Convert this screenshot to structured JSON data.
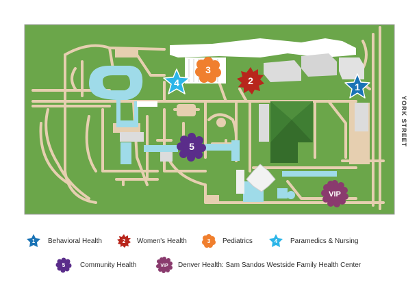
{
  "map": {
    "street_label": "YORK STREET",
    "colors": {
      "grass": "#6ba64a",
      "path": "#e6cfb0",
      "building": "#ffffff",
      "building_gray": "#dcdcdc",
      "water": "#9fdbe9",
      "dark_green": "#3f7e33",
      "border": "#999999"
    },
    "markers": [
      {
        "label": "1",
        "category": "Behavioral Health",
        "color": "#1a73b5",
        "icon": "star-badge-icon"
      },
      {
        "label": "2",
        "category": "Women's Health",
        "color": "#b8261c",
        "icon": "starburst-badge-icon"
      },
      {
        "label": "3",
        "category": "Pediatrics",
        "color": "#f07f2e",
        "icon": "flower-badge-icon"
      },
      {
        "label": "4",
        "category": "Paramedics & Nursing",
        "color": "#2bb5e8",
        "icon": "star-badge-icon"
      },
      {
        "label": "5",
        "category": "Community Health",
        "color": "#5a2d8a",
        "icon": "blob-badge-icon"
      },
      {
        "label": "VIP",
        "category": "Denver Health: Sam Sandos Westside Family Health Center",
        "color": "#8a3b6e",
        "icon": "scallop-badge-icon"
      }
    ]
  },
  "legend": {
    "items": [
      {
        "label": "1",
        "text": "Behavioral Health"
      },
      {
        "label": "2",
        "text": "Women's Health"
      },
      {
        "label": "3",
        "text": "Pediatrics"
      },
      {
        "label": "4",
        "text": "Paramedics & Nursing"
      },
      {
        "label": "5",
        "text": "Community Health"
      },
      {
        "label": "VIP",
        "text": "Denver Health: Sam Sandos Westside Family Health Center"
      }
    ]
  }
}
